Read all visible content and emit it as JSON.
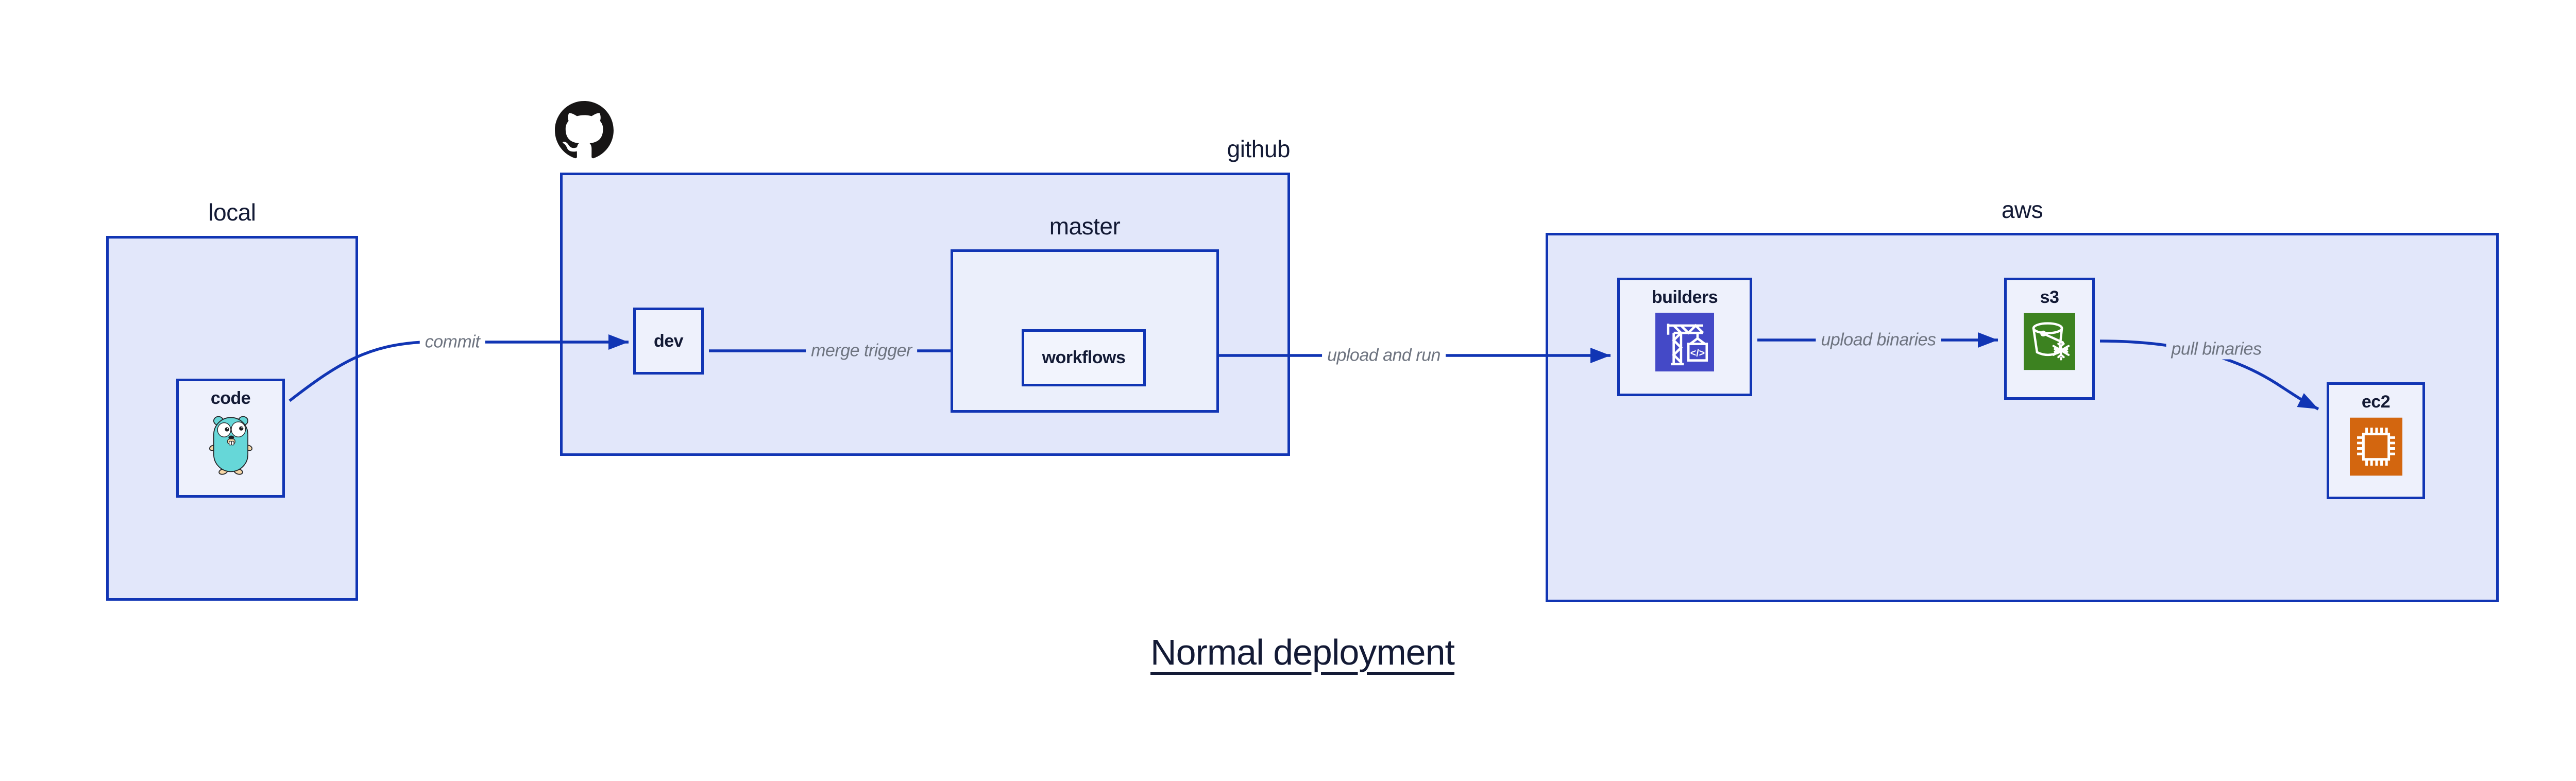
{
  "diagram": {
    "title": "Normal deployment",
    "groups": {
      "local": {
        "label": "local"
      },
      "github": {
        "label": "github",
        "icon": "github-octocat-icon"
      },
      "master": {
        "label": "master"
      },
      "aws": {
        "label": "aws"
      }
    },
    "nodes": {
      "code": {
        "label": "code",
        "icon": "go-gopher-icon"
      },
      "dev": {
        "label": "dev"
      },
      "workflows": {
        "label": "workflows"
      },
      "builders": {
        "label": "builders",
        "icon": "aws-codebuild-crane-icon",
        "icon_glyph": "</>"
      },
      "s3": {
        "label": "s3",
        "icon": "aws-s3-glacier-bucket-icon"
      },
      "ec2": {
        "label": "ec2",
        "icon": "aws-ec2-chip-icon"
      }
    },
    "edges": {
      "commit": {
        "label": "commit",
        "from": "code",
        "to": "dev"
      },
      "merge_trigger": {
        "label": "merge trigger",
        "from": "dev",
        "to": "workflows"
      },
      "upload_and_run": {
        "label": "upload and run",
        "from": "workflows",
        "to": "builders"
      },
      "upload_binaries": {
        "label": "upload binaries",
        "from": "builders",
        "to": "s3"
      },
      "pull_binaries": {
        "label": "pull binaries",
        "from": "s3",
        "to": "ec2"
      }
    },
    "colors": {
      "border_blue": "#1135b4",
      "group_fill": "#e2e7fa",
      "node_fill": "#eef1fc",
      "edge_label_gray": "#6e7480",
      "text_navy": "#131a35",
      "codebuild_indigo": "#4449c7",
      "glacier_green": "#3c8220",
      "ec2_orange": "#d3660f",
      "gopher_teal": "#66d7d8",
      "github_black": "#171515"
    }
  }
}
